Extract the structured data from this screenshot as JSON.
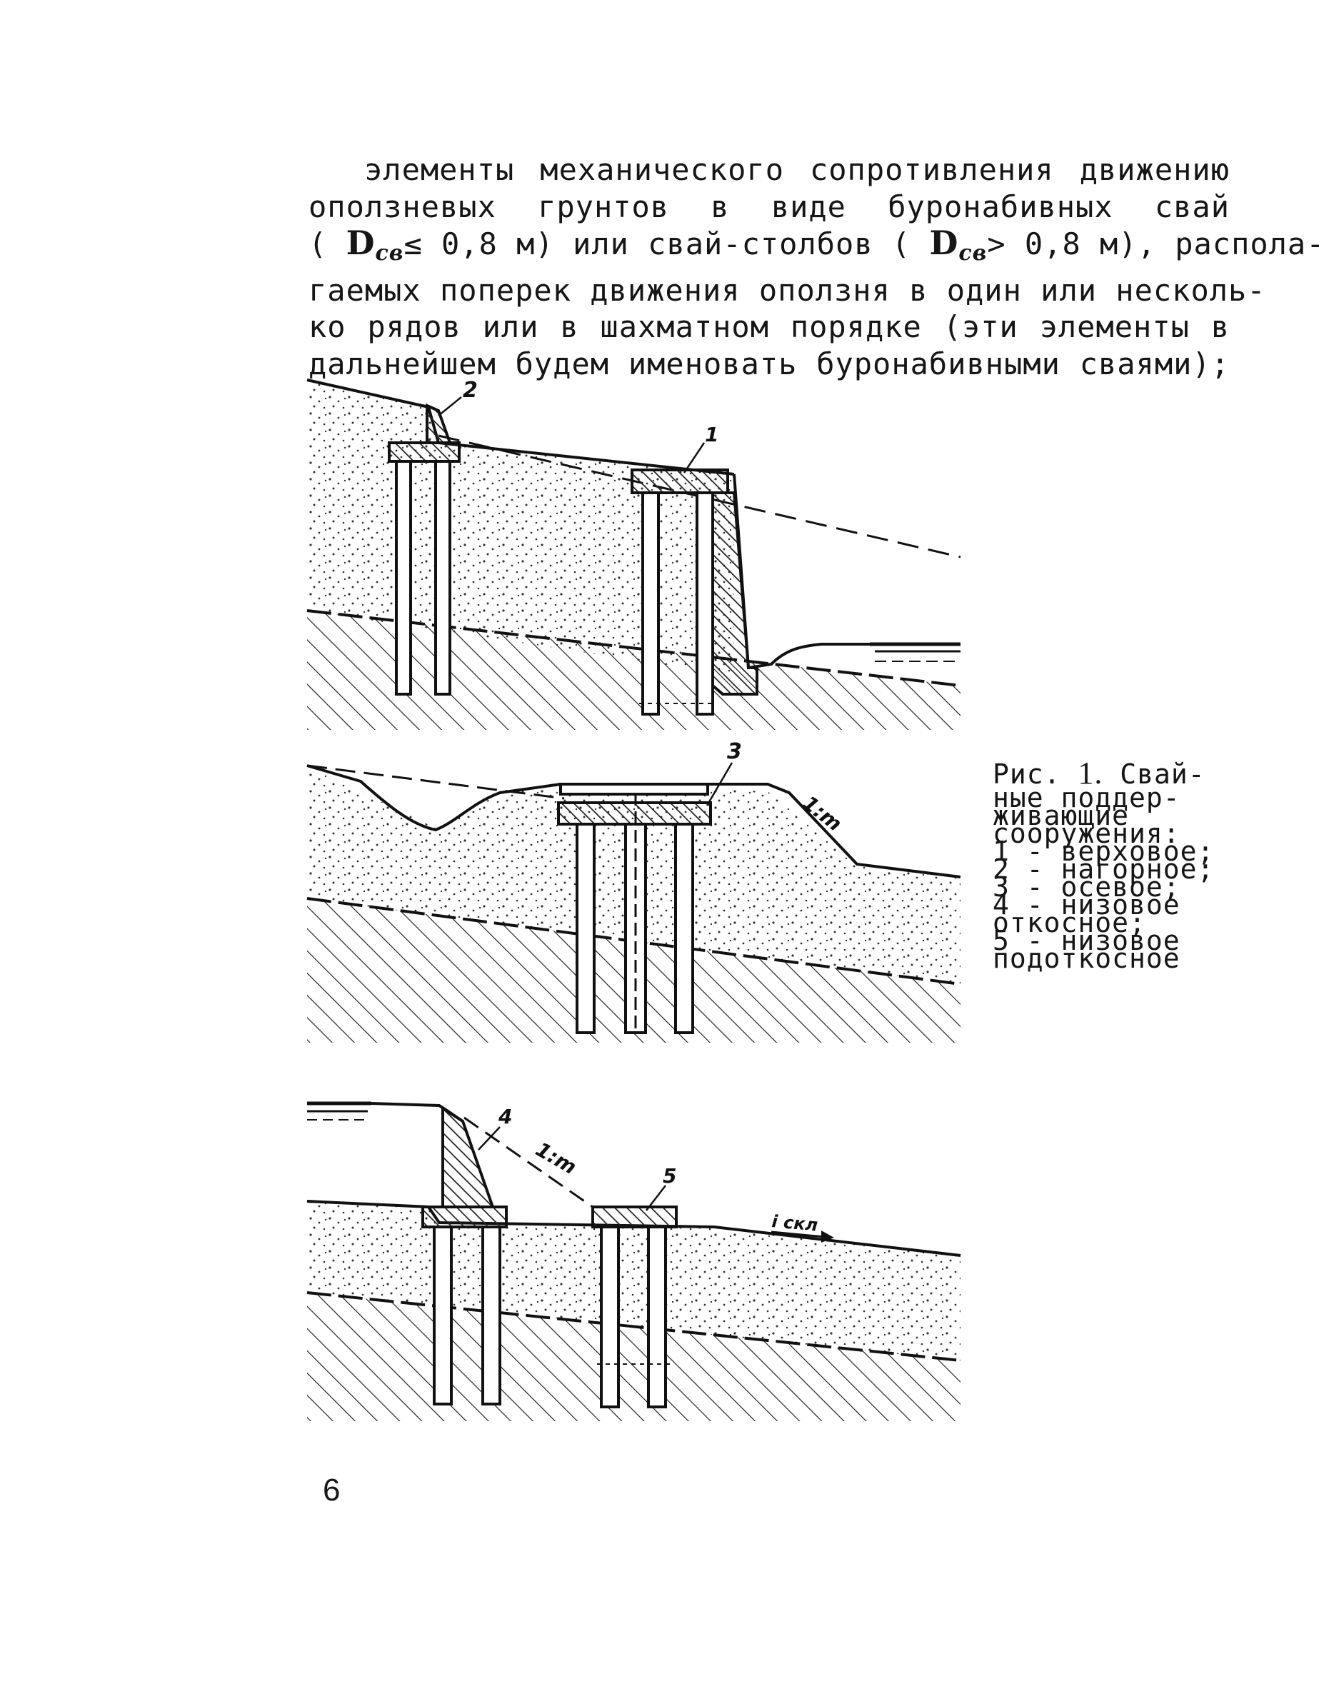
{
  "paragraph": {
    "line1": "элементы механического сопротивления движению",
    "line2": "оползневых грунтов в виде буронабивных свай",
    "line3_part1": "(",
    "line3_d1": "D",
    "line3_d1_sub": "св",
    "line3_part2": "≤ 0,8 м) или свай-столбов (",
    "line3_d2": "D",
    "line3_d2_sub": "св",
    "line3_part3": "> 0,8 м), распола-",
    "line4": "гаемых поперек движения оползня в один или несколь-",
    "line5": "ко рядов или в шахматном порядке (эти элементы в",
    "line6": "дальнейшем будем именовать буронабивными сваями);"
  },
  "figure": {
    "labels": {
      "one": "1",
      "two": "2",
      "three": "3",
      "four": "4",
      "five": "5",
      "slope_middle": "1:m",
      "slope_bottom": "1:m",
      "slope_direction": "i скл"
    },
    "caption": {
      "prefix": "Рис.",
      "number": "1.",
      "line1": "Свай-",
      "line2": "ные поддер-",
      "line3": "живающие",
      "line4": "сооружения:",
      "item1": "1 - верховое;",
      "item2": "2 - нагорное;",
      "item3": "3 - осевое;",
      "item4": "4 - низовое",
      "item4b": "откосное;",
      "item5": "5 - низовое",
      "item5b": "подоткосное"
    }
  },
  "page_number": "6"
}
